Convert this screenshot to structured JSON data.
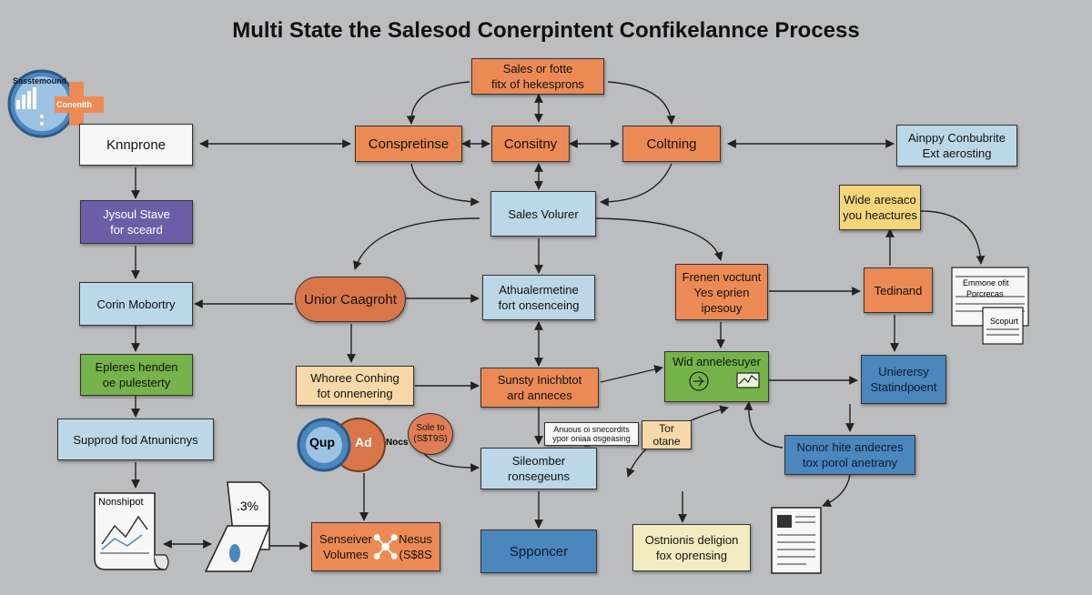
{
  "title": "Multi State the Salesod Conerpintent Confikelannce Process",
  "logo": {
    "top_text": "Sasstemound",
    "badge_text": "Conenith"
  },
  "nodes": {
    "sales_top": [
      "Sales or fotte",
      "fitx of hekesprons"
    ],
    "kanprone": [
      "Knnprone"
    ],
    "conspretinse": [
      "Conspretinse"
    ],
    "consitny": [
      "Consitny"
    ],
    "coltning": [
      "Coltning"
    ],
    "ainppy": [
      "Ainppy Conbubrite",
      "Ext aerosting"
    ],
    "sales_volume": [
      "Sales Volurer"
    ],
    "jysoul": [
      "Jysoul Stave",
      "for sceard"
    ],
    "wide": [
      "Wide aresaco",
      "you heactures"
    ],
    "frenen": [
      "Frenen voctunt",
      "Yes eprien",
      "ipesouy"
    ],
    "tedinand": [
      "Tedinand"
    ],
    "corin": [
      "Corin Mobortry"
    ],
    "unior": [
      "Unior Caagroht"
    ],
    "athual": [
      "Athualermetine",
      "fort onsenceing"
    ],
    "epleres": [
      "Epleres henden",
      "oe pulesterty"
    ],
    "whoree": [
      "Whoree Conhing",
      "fot onnenering"
    ],
    "sunsty": [
      "Sunsty Inichbtot",
      "ard anneces"
    ],
    "wid": [
      "Wid annelesuyer"
    ],
    "univ": [
      "Unierersy",
      "Statindpoent"
    ],
    "supprod": [
      "Supprod fod Atnunicnys"
    ],
    "sole": [
      "Sole to",
      "(S$T9S)"
    ],
    "anuous": [
      "Anuous oi snecordits",
      "ypor oniaa osgeasing"
    ],
    "tor": [
      "Tor",
      "otane"
    ],
    "silember": [
      "Sileomber",
      "ronsegeuns"
    ],
    "noner": [
      "Nonor hite andecres",
      "tox porol anetrany"
    ],
    "senseiver": [
      "Senseiver",
      "Volumes"
    ],
    "nesus": [
      "Nesus",
      "(S$8S"
    ],
    "sponcer": [
      "Spponcer"
    ],
    "ostnionis": [
      "Ostnionis deligion",
      "fox oprensing"
    ]
  },
  "circles": {
    "qup": "Qup",
    "ad": "Ad",
    "nocs": "Nocs"
  },
  "docs": {
    "left": "Nonshipot",
    "pct": ".3%",
    "right_top": "Emmone ofit",
    "right_mid": "Porcrecas",
    "right_bottom": "Scopurt"
  },
  "colors": {
    "orange": "#ec8a55",
    "blue": "#4b86bd",
    "green": "#76b34a",
    "purple": "#6b5ea7",
    "yellow": "#f6d67b"
  }
}
